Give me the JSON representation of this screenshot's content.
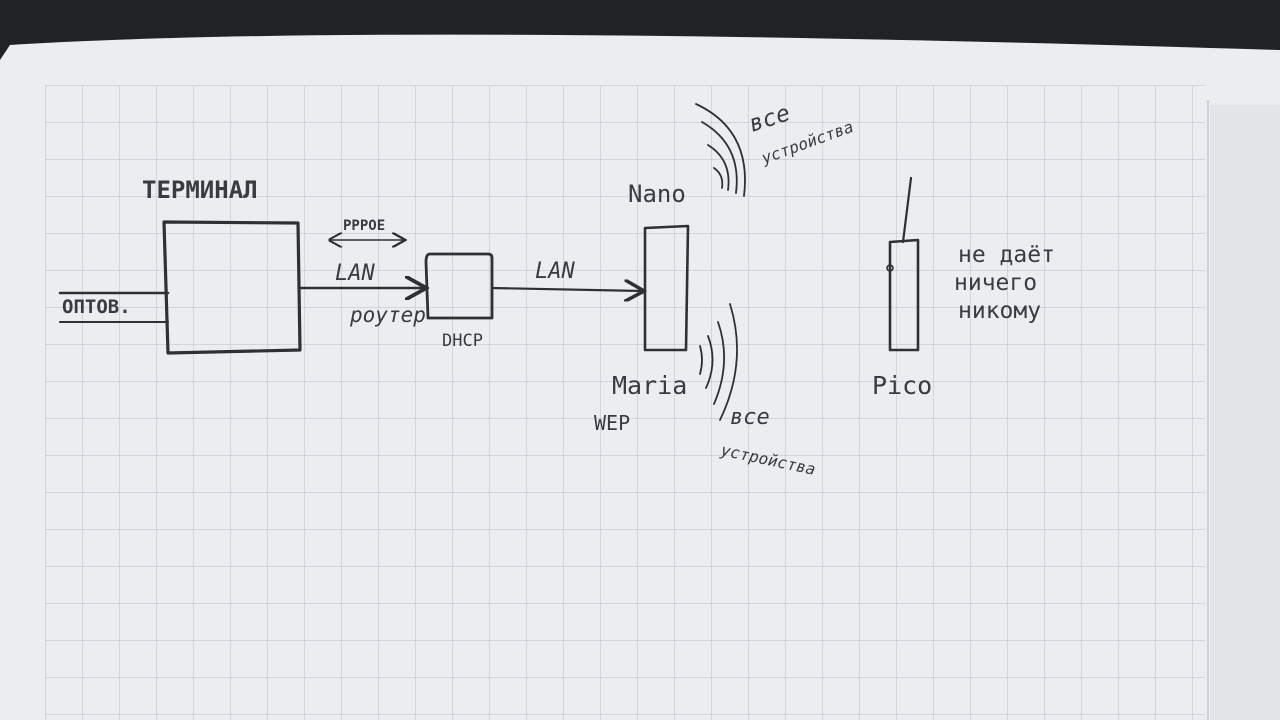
{
  "diagram": {
    "nodes": {
      "terminal": {
        "label": "ТЕРМИНАЛ"
      },
      "router": {
        "label": "роутер",
        "sublabel": "DHCP"
      },
      "nano": {
        "label": "Nano"
      },
      "maria": {
        "label": "Maria",
        "sublabel": "WEP"
      },
      "pico": {
        "label": "Pico"
      }
    },
    "edges": {
      "input": {
        "label": "ОПТОВ."
      },
      "terminal_router": {
        "label": "LAN",
        "protocol": "PPPOE"
      },
      "router_nano": {
        "label": "LAN"
      }
    },
    "annotations": {
      "nano_all_1": "все",
      "nano_all_2": "устройства",
      "maria_all_1": "все",
      "maria_all_2": "устройства",
      "pico_note_1": "не даёт",
      "pico_note_2": "ничего",
      "pico_note_3": "никому"
    }
  },
  "colors": {
    "paper": "#ecedf0",
    "grid": "#b9bec6",
    "ink": "#2f3034",
    "background": "#2b2d31"
  }
}
